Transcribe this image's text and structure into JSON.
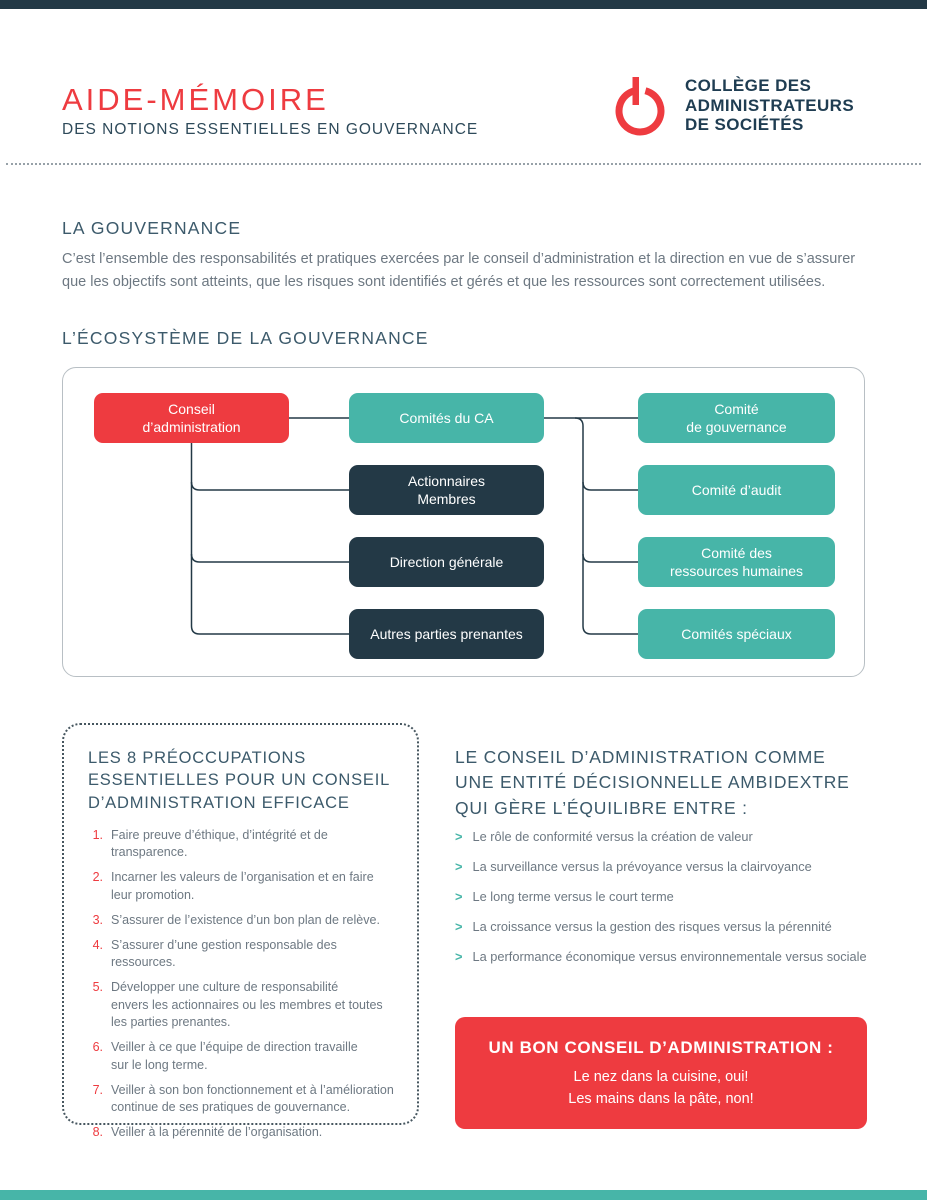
{
  "colors": {
    "red": "#ee3b40",
    "teal": "#47b5a8",
    "navy": "#233946"
  },
  "header": {
    "title": "AIDE-MÉMOIRE",
    "subtitle": "DES NOTIONS ESSENTIELLES EN GOUVERNANCE",
    "logo_text": "COLLÈGE DES\nADMINISTRATEURS\nDE SOCIÉTÉS"
  },
  "governance": {
    "heading": "LA GOUVERNANCE",
    "body": "C’est l’ensemble des responsabilités et pratiques exercées par le conseil d’administration et la direction en vue de s’assurer\nque les objectifs sont atteints, que les risques sont identifiés et gérés et que les ressources sont correctement utilisées."
  },
  "ecosystem": {
    "heading": "L’ÉCOSYSTÈME DE LA GOUVERNANCE",
    "nodes": {
      "conseil": "Conseil\nd’administration",
      "comites_ca": "Comités du CA",
      "actionnaires": "Actionnaires\nMembres",
      "direction": "Direction générale",
      "autres": "Autres parties prenantes",
      "gouvernance": "Comité\nde gouvernance",
      "audit": "Comité d’audit",
      "rh": "Comité des\nressources humaines",
      "speciaux": "Comités spéciaux"
    }
  },
  "preoccupations": {
    "heading": "LES 8 PRÉOCCUPATIONS\nESSENTIELLES POUR UN CONSEIL\nD’ADMINISTRATION EFFICACE",
    "items": [
      {
        "num": "1.",
        "text": "Faire preuve d’éthique, d’intégrité et de transparence."
      },
      {
        "num": "2.",
        "text": "Incarner les valeurs de l’organisation et en faire\nleur promotion."
      },
      {
        "num": "3.",
        "text": "S’assurer de l’existence d’un bon plan de relève."
      },
      {
        "num": "4.",
        "text": "S’assurer d’une gestion responsable des ressources."
      },
      {
        "num": "5.",
        "text": "Développer une culture de responsabilité\nenvers les actionnaires ou les membres et toutes\nles parties prenantes."
      },
      {
        "num": "6.",
        "text": "Veiller à ce que l’équipe de direction travaille\nsur le long terme."
      },
      {
        "num": "7.",
        "text": "Veiller à son bon fonctionnement et à l’amélioration\ncontinue de ses pratiques de gouvernance."
      },
      {
        "num": "8.",
        "text": "Veiller à la pérennité de l’organisation."
      }
    ]
  },
  "ambidextre": {
    "heading": "LE CONSEIL D’ADMINISTRATION COMME\nUNE ENTITÉ DÉCISIONNELLE AMBIDEXTRE\nQUI GÈRE L’ÉQUILIBRE ENTRE :",
    "marker": ">",
    "items": [
      "Le rôle de conformité versus la création de valeur",
      "La surveillance versus la prévoyance versus la clairvoyance",
      "Le long terme versus le court terme",
      "La croissance versus la gestion des risques versus la pérennité",
      "La performance économique versus environnementale versus sociale"
    ]
  },
  "callout": {
    "heading": "UN BON CONSEIL D’ADMINISTRATION :",
    "line1": "Le nez dans la cuisine, oui!",
    "line2": "Les mains dans la pâte, non!"
  }
}
